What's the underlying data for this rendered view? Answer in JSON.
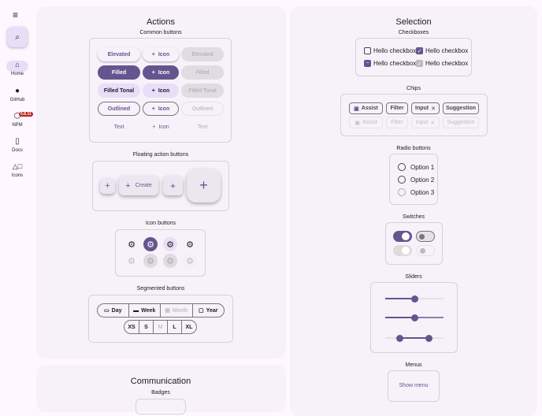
{
  "rail": {
    "menu_icon": "menu-icon",
    "search_icon": "search-icon",
    "items": [
      {
        "label": "Home",
        "icon": "home-icon"
      },
      {
        "label": "GitHub",
        "icon": "github-icon"
      },
      {
        "label": "NPM",
        "icon": "npm-icon",
        "badge": "0.8.11"
      },
      {
        "label": "Docs",
        "icon": "book-icon"
      },
      {
        "label": "Icons",
        "icon": "shapes-icon"
      }
    ]
  },
  "actions": {
    "title": "Actions",
    "common": {
      "title": "Common buttons",
      "elevated": "Elevated",
      "filled": "Filled",
      "tonal": "Filled Tonal",
      "outlined": "Outlined",
      "text": "Text",
      "icon": "Icon",
      "plus": "+"
    },
    "fab": {
      "title": "Floating action buttons",
      "create": "Create"
    },
    "icon_buttons": {
      "title": "Icon buttons",
      "gear": "⚙"
    },
    "segmented": {
      "title": "Segmented buttons",
      "row1": [
        "Day",
        "Week",
        "Month",
        "Year"
      ],
      "row2": [
        "XS",
        "S",
        "M",
        "L",
        "XL"
      ]
    }
  },
  "communication": {
    "title": "Communication",
    "badges": "Badges"
  },
  "selection": {
    "title": "Selection",
    "checkboxes": {
      "title": "Checkboxes",
      "label": "Hello checkbox"
    },
    "chips": {
      "title": "Chips",
      "items": [
        "Assist",
        "Filter",
        "Input",
        "Suggestion"
      ]
    },
    "radios": {
      "title": "Radio buttons",
      "items": [
        "Option 1",
        "Option 2",
        "Option 3"
      ]
    },
    "switches": {
      "title": "Switches"
    },
    "sliders": {
      "title": "Sliders",
      "values": [
        0.5,
        0.5,
        [
          0.25,
          0.75
        ]
      ]
    },
    "menus": {
      "title": "Menus",
      "button": "Show menu"
    }
  },
  "colors": {
    "primary": "#65558f",
    "error": "#b3261e"
  }
}
